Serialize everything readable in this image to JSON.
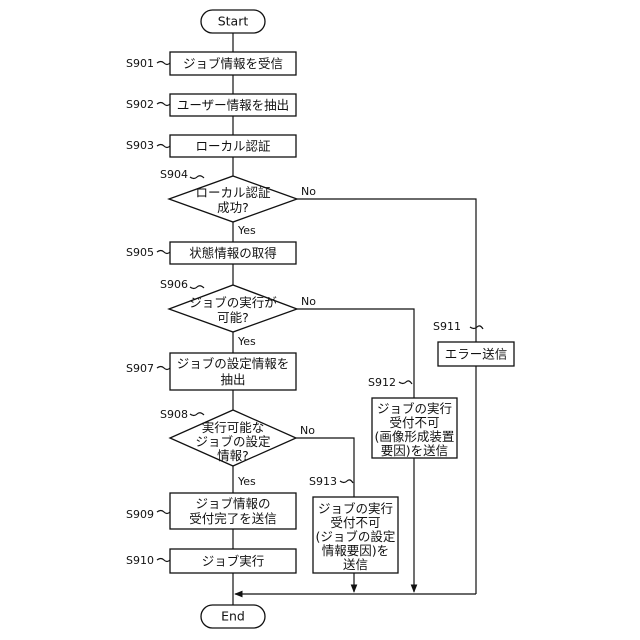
{
  "terminals": {
    "start": "Start",
    "end": "End"
  },
  "steps": {
    "s901": {
      "id": "S901",
      "lines": [
        "ジョブ情報を受信"
      ]
    },
    "s902": {
      "id": "S902",
      "lines": [
        "ユーザー情報を抽出"
      ]
    },
    "s903": {
      "id": "S903",
      "lines": [
        "ローカル認証"
      ]
    },
    "s904": {
      "id": "S904",
      "lines": [
        "ローカル認証",
        "成功?"
      ]
    },
    "s905": {
      "id": "S905",
      "lines": [
        "状態情報の取得"
      ]
    },
    "s906": {
      "id": "S906",
      "lines": [
        "ジョブの実行が",
        "可能?"
      ]
    },
    "s907": {
      "id": "S907",
      "lines": [
        "ジョブの設定情報を",
        "抽出"
      ]
    },
    "s908": {
      "id": "S908",
      "lines": [
        "実行可能な",
        "ジョブの設定",
        "情報?"
      ]
    },
    "s909": {
      "id": "S909",
      "lines": [
        "ジョブ情報の",
        "受付完了を送信"
      ]
    },
    "s910": {
      "id": "S910",
      "lines": [
        "ジョブ実行"
      ]
    },
    "s911": {
      "id": "S911",
      "lines": [
        "エラー送信"
      ]
    },
    "s912": {
      "id": "S912",
      "lines": [
        "ジョブの実行",
        "受付不可",
        "(画像形成装置",
        "要因)を送信"
      ]
    },
    "s913": {
      "id": "S913",
      "lines": [
        "ジョブの実行",
        "受付不可",
        "(ジョブの設定",
        "情報要因)を",
        "送信"
      ]
    }
  },
  "branch_labels": {
    "yes": "Yes",
    "no": "No"
  }
}
